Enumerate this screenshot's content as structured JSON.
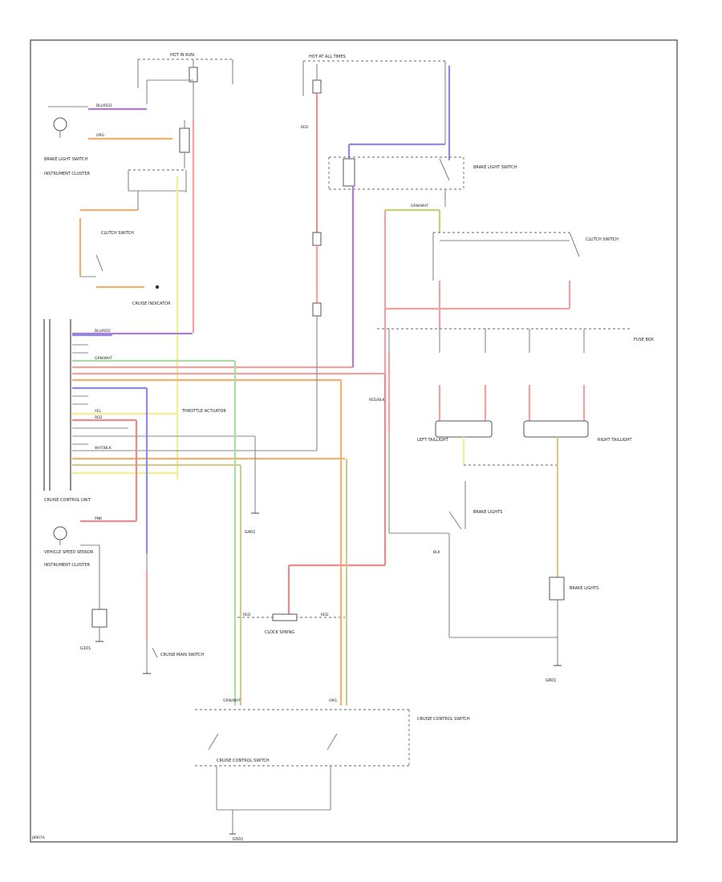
{
  "diagram": {
    "page_id": "J8907A",
    "components": {
      "hot_in_run": "HOT IN RUN",
      "hot_at_all_times": "HOT AT ALL TIMES",
      "cruise_control_unit": "CRUISE CONTROL UNIT",
      "brake_light_switch": "BRAKE LIGHT SWITCH",
      "clutch_switch": "CLUTCH SWITCH",
      "cruise_indicator": "CRUISE INDICATOR",
      "vehicle_speed_sensor": "VEHICLE SPEED SENSOR",
      "throttle_actuator": "THROTTLE ACTUATOR",
      "cruise_main_switch": "CRUISE MAIN SWITCH",
      "cruise_control_switch": "CRUISE CONTROL SWITCH",
      "clock_spring": "CLOCK SPRING",
      "brake_lights": "BRAKE LIGHTS",
      "left_taillight": "LEFT TAILLIGHT",
      "right_taillight": "RIGHT TAILLIGHT",
      "instrument_cluster": "INSTRUMENT CLUSTER",
      "fuse_box": "FUSE BOX",
      "g101": "G101",
      "g401": "G401",
      "g501": "G501",
      "g601": "G601"
    },
    "wire_labels": {
      "blu_red": "BLU/RED",
      "red": "RED",
      "grn_wht": "GRN/WHT",
      "org": "ORG",
      "yel": "YEL",
      "pnk": "PNK",
      "wht_blk": "WHT/BLK",
      "blk": "BLK",
      "red_blk": "RED/BLK"
    }
  }
}
